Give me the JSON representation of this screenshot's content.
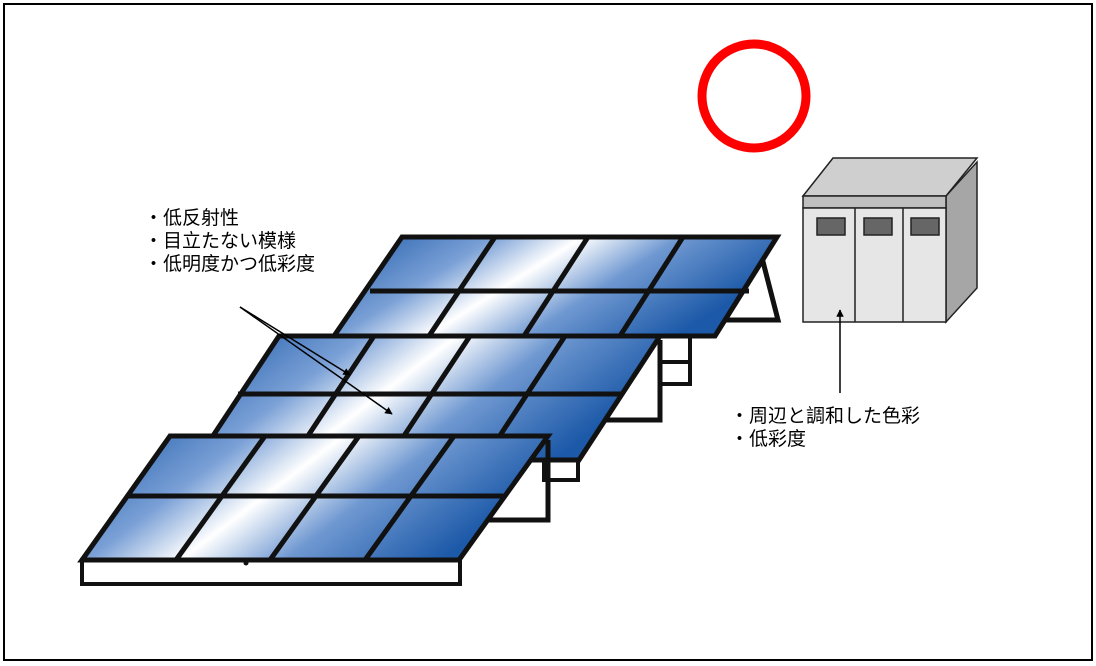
{
  "panel_notes": [
    "・低反射性",
    "・目立たない模様",
    "・低明度かつ低彩度"
  ],
  "equipment_notes": [
    "・周辺と調和した色彩",
    "・低彩度"
  ],
  "colors": {
    "frame": "#111111",
    "panel_light": "#ffffff",
    "panel_mid": "#7aa0d6",
    "panel_dark": "#1c59a8",
    "box_front": "#e6e6e6",
    "box_side": "#a6a6a6",
    "box_top": "#cfcfcf",
    "box_window": "#666666",
    "circle": "#ff0000"
  },
  "icons": [
    "solar-panel-array-icon",
    "equipment-cabinet-icon",
    "good-mark-circle-icon"
  ]
}
